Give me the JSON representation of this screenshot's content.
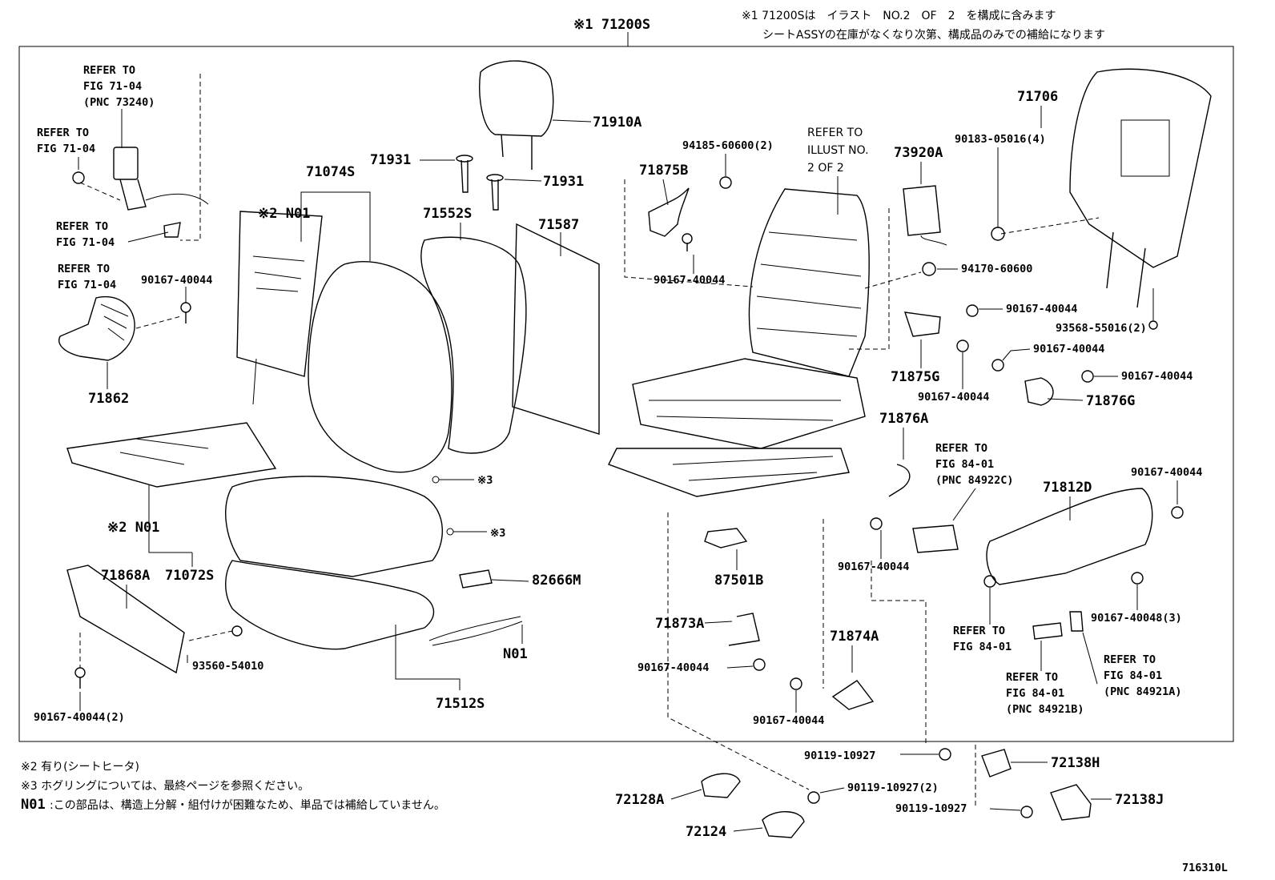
{
  "diagram": {
    "header": {
      "main_part": "※1 71200S",
      "note_line1": "※1 71200Sは　イラスト　NO.2　OF　2　を構成に含みます",
      "note_line2": "シートASSYの在庫がなくなり次第、構成品のみでの補給になります"
    },
    "footnotes": {
      "note2": "※2 有り(シートヒータ)",
      "note3": "※3 ホグリングについては、最終ページを参照ください。",
      "n01_label": "N01",
      "n01_text": ":この部品は、構造上分解・組付けが困難なため、単品では補給していません。"
    },
    "figure_id": "716310L",
    "labels": {
      "refer_to": "REFER TO",
      "fig_71_04": "FIG 71-04",
      "pnc_73240": "(PNC 73240)",
      "fig_84_01": "FIG 84-01",
      "pnc_84922c": "(PNC 84922C)",
      "pnc_84921b": "(PNC 84921B)",
      "pnc_84921a": "(PNC 84921A)",
      "illust_no": "ILLUST NO.",
      "two_of_two": "2 OF 2",
      "p71910a": "71910A",
      "p71931": "71931",
      "p71074s": "71074S",
      "n01_heater": "※2 N01",
      "p71552s": "71552S",
      "p71587": "71587",
      "p90167_40044": "90167-40044",
      "p90167_40044_2": "90167-40044(2)",
      "p90167_40048_3": "90167-40048(3)",
      "p71862": "71862",
      "hog3": "※3",
      "p71072s": "71072S",
      "p71868a": "71868A",
      "p93560_54010": "93560-54010",
      "p82666m": "82666M",
      "n01": "N01",
      "p71512s": "71512S",
      "p94185_60600_2": "94185-60600(2)",
      "p71875b": "71875B",
      "p73920a": "73920A",
      "p71706": "71706",
      "p90183_05016_4": "90183-05016(4)",
      "p94170_60600": "94170-60600",
      "p93568_55016_2": "93568-55016(2)",
      "p71875g": "71875G",
      "p71876g": "71876G",
      "p71876a": "71876A",
      "p71812d": "71812D",
      "p87501b": "87501B",
      "p71873a": "71873A",
      "p71874a": "71874A",
      "p90119_10927": "90119-10927",
      "p90119_10927_2": "90119-10927(2)",
      "p72138h": "72138H",
      "p72128a": "72128A",
      "p72124": "72124",
      "p72138j": "72138J"
    }
  }
}
